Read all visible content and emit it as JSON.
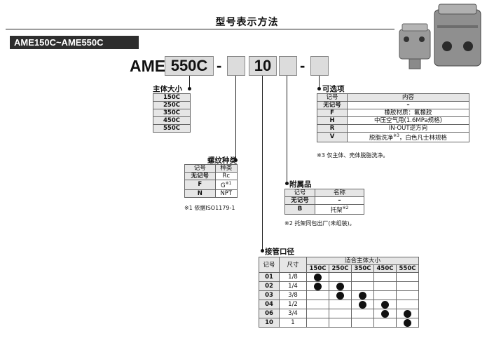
{
  "title": "型号表示方法",
  "series_banner": "AME150C~AME550C",
  "model": {
    "prefix": "AME",
    "size_code": "550C",
    "port_code": "10",
    "dash1": "-",
    "dash2": "-"
  },
  "body_size": {
    "heading": "主体大小",
    "items": [
      "150C",
      "250C",
      "350C",
      "450C",
      "550C"
    ]
  },
  "thread": {
    "heading": "螺纹种类",
    "headers": [
      "记号",
      "种类"
    ],
    "rows": [
      {
        "code": "无记号",
        "value": "Rc"
      },
      {
        "code": "F",
        "value": "G",
        "mark": "※1"
      },
      {
        "code": "N",
        "value": "NPT"
      }
    ],
    "note": "※1 依据ISO1179-1"
  },
  "accessory": {
    "heading": "附属品",
    "headers": [
      "记号",
      "名称"
    ],
    "rows": [
      {
        "code": "无记号",
        "value": "–"
      },
      {
        "code": "B",
        "value": "托架",
        "mark": "※2"
      }
    ],
    "note": "※2 托架同包出厂(未组装)。"
  },
  "option": {
    "heading": "可选项",
    "headers": [
      "记号",
      "内容"
    ],
    "rows": [
      {
        "code": "无记号",
        "value": "–"
      },
      {
        "code": "F",
        "value": "橡胶材质：氟橡胶"
      },
      {
        "code": "H",
        "value": "中压空气用(1.6MPa规格)"
      },
      {
        "code": "R",
        "value": "IN·OUT逆方向"
      },
      {
        "code": "V",
        "value": "脱脂洗净",
        "mark": "※3",
        "value_tail": "，白色凡士林规格"
      }
    ],
    "note": "※3 仅主体、壳体脱脂洗净。"
  },
  "port": {
    "heading": "接管口径",
    "headers": [
      "记号",
      "尺寸",
      "适合主体大小"
    ],
    "sizes": [
      "150C",
      "250C",
      "350C",
      "450C",
      "550C"
    ],
    "rows": [
      {
        "code": "01",
        "size": "1/8",
        "fit": [
          true,
          false,
          false,
          false,
          false
        ]
      },
      {
        "code": "02",
        "size": "1/4",
        "fit": [
          true,
          true,
          false,
          false,
          false
        ]
      },
      {
        "code": "03",
        "size": "3/8",
        "fit": [
          false,
          true,
          true,
          false,
          false
        ]
      },
      {
        "code": "04",
        "size": "1/2",
        "fit": [
          false,
          false,
          true,
          true,
          false
        ]
      },
      {
        "code": "06",
        "size": "3/4",
        "fit": [
          false,
          false,
          false,
          true,
          true
        ]
      },
      {
        "code": "10",
        "size": "1",
        "fit": [
          false,
          false,
          false,
          false,
          true
        ]
      }
    ]
  },
  "colors": {
    "banner_bg": "#2e2e2e",
    "cell_gray": "#e6e6e6",
    "box_gray": "#dcdcdc"
  },
  "icons": [
    "product-photo"
  ]
}
